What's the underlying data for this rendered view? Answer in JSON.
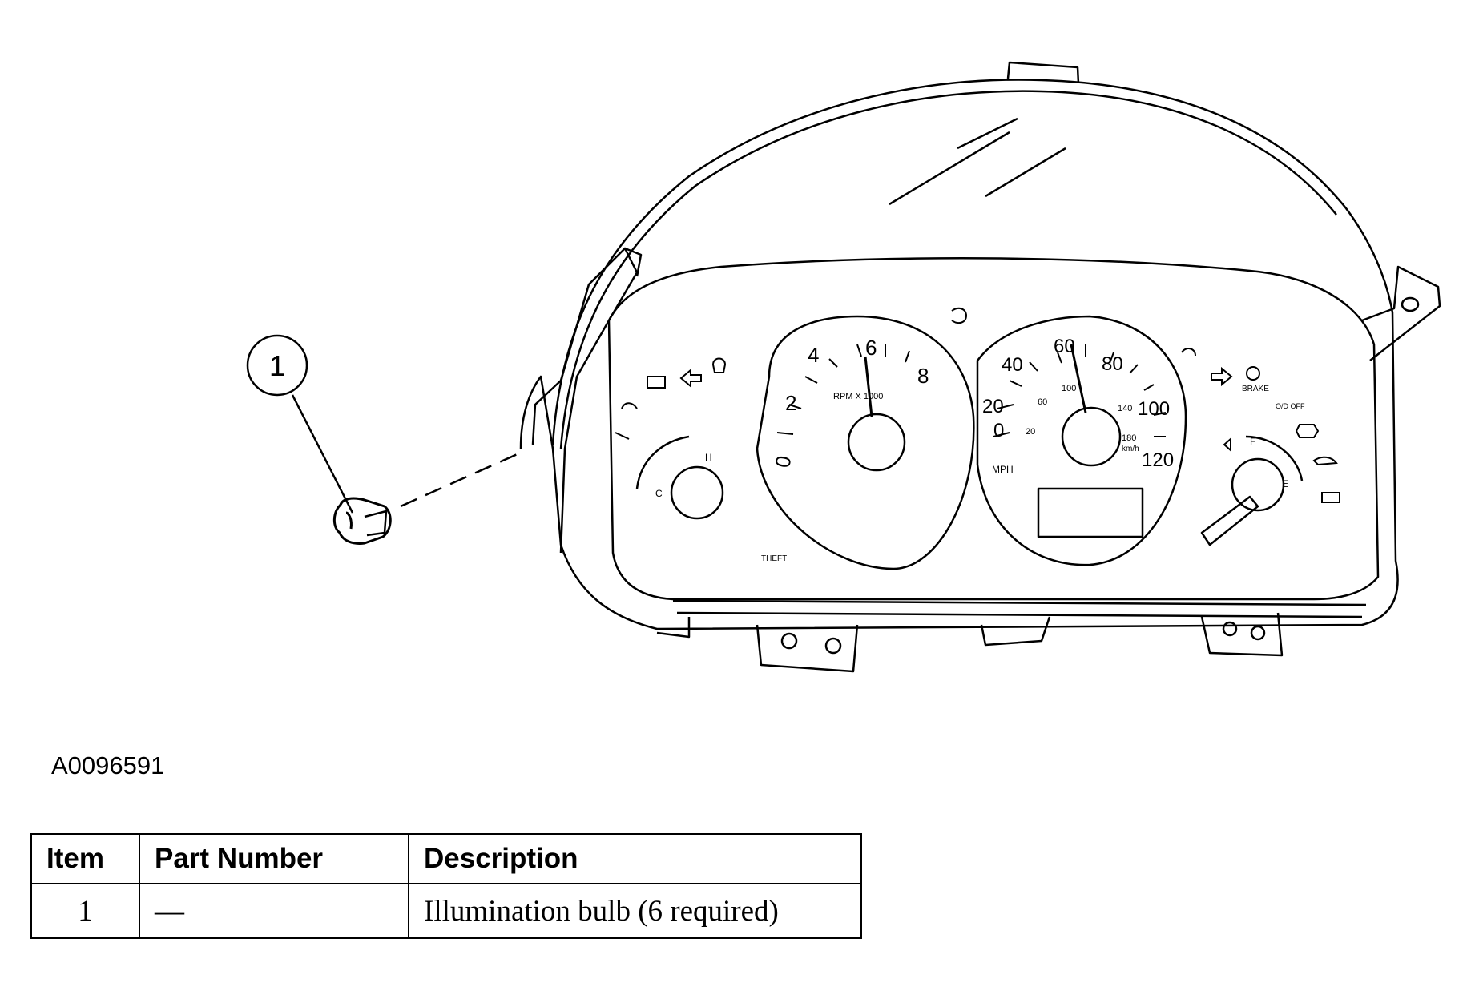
{
  "callout": {
    "number": "1"
  },
  "figure_id": "A0096591",
  "gauges": {
    "tach_numbers": [
      "0",
      "2",
      "4",
      "6",
      "8"
    ],
    "tach_unit": "RPM X 1000",
    "speedo_mph": [
      "0",
      "20",
      "40",
      "60",
      "80",
      "100",
      "120"
    ],
    "speedo_kmh": [
      "20",
      "60",
      "100",
      "140",
      "180"
    ],
    "speedo_unit_mph": "MPH",
    "speedo_unit_kmh": "km/h",
    "temp_low": "C",
    "temp_high": "H",
    "fuel_empty": "E",
    "fuel_full": "F",
    "brake_label": "BRAKE",
    "od_off_label": "O/D OFF",
    "theft_label": "THEFT"
  },
  "table": {
    "headers": [
      "Item",
      "Part Number",
      "Description"
    ],
    "rows": [
      {
        "item": "1",
        "part_number": "—",
        "description": "Illumination bulb (6 required)"
      }
    ]
  }
}
